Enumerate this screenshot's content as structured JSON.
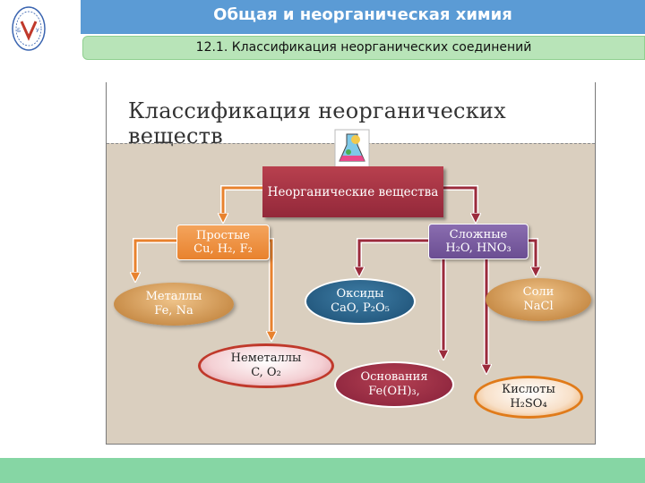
{
  "header": {
    "title": "Общая и неорганическая химия",
    "subtitle": "12.1. Классификация неорганических соединений"
  },
  "logo": {
    "icon": "university-logo-icon"
  },
  "diagram": {
    "title": "Классификация неорганических веществ",
    "root": "Неорганические вещества",
    "simple": {
      "label": "Простые",
      "formula": "Cu, H₂, F₂"
    },
    "complex": {
      "label": "Сложные",
      "formula": "H₂O, HNO₃"
    },
    "metals": {
      "label": "Металлы",
      "formula": "Fe, Na"
    },
    "nonmetals": {
      "label": "Неметаллы",
      "formula": "C, O₂"
    },
    "oxides": {
      "label": "Оксиды",
      "formula": "CaO, P₂O₅"
    },
    "salts": {
      "label": "Соли",
      "formula": "NaCl"
    },
    "bases": {
      "label": "Основания",
      "formula": "Fe(OH)₃,"
    },
    "acids": {
      "label": "Кислоты",
      "formula": "H₂SO₄"
    }
  },
  "colors": {
    "header": "#5b9bd5",
    "subtitle_bar": "#b8e4b8",
    "footer": "#86d6a4",
    "orange_arrow": "#e8822e",
    "red_arrow": "#9b2b3c"
  }
}
